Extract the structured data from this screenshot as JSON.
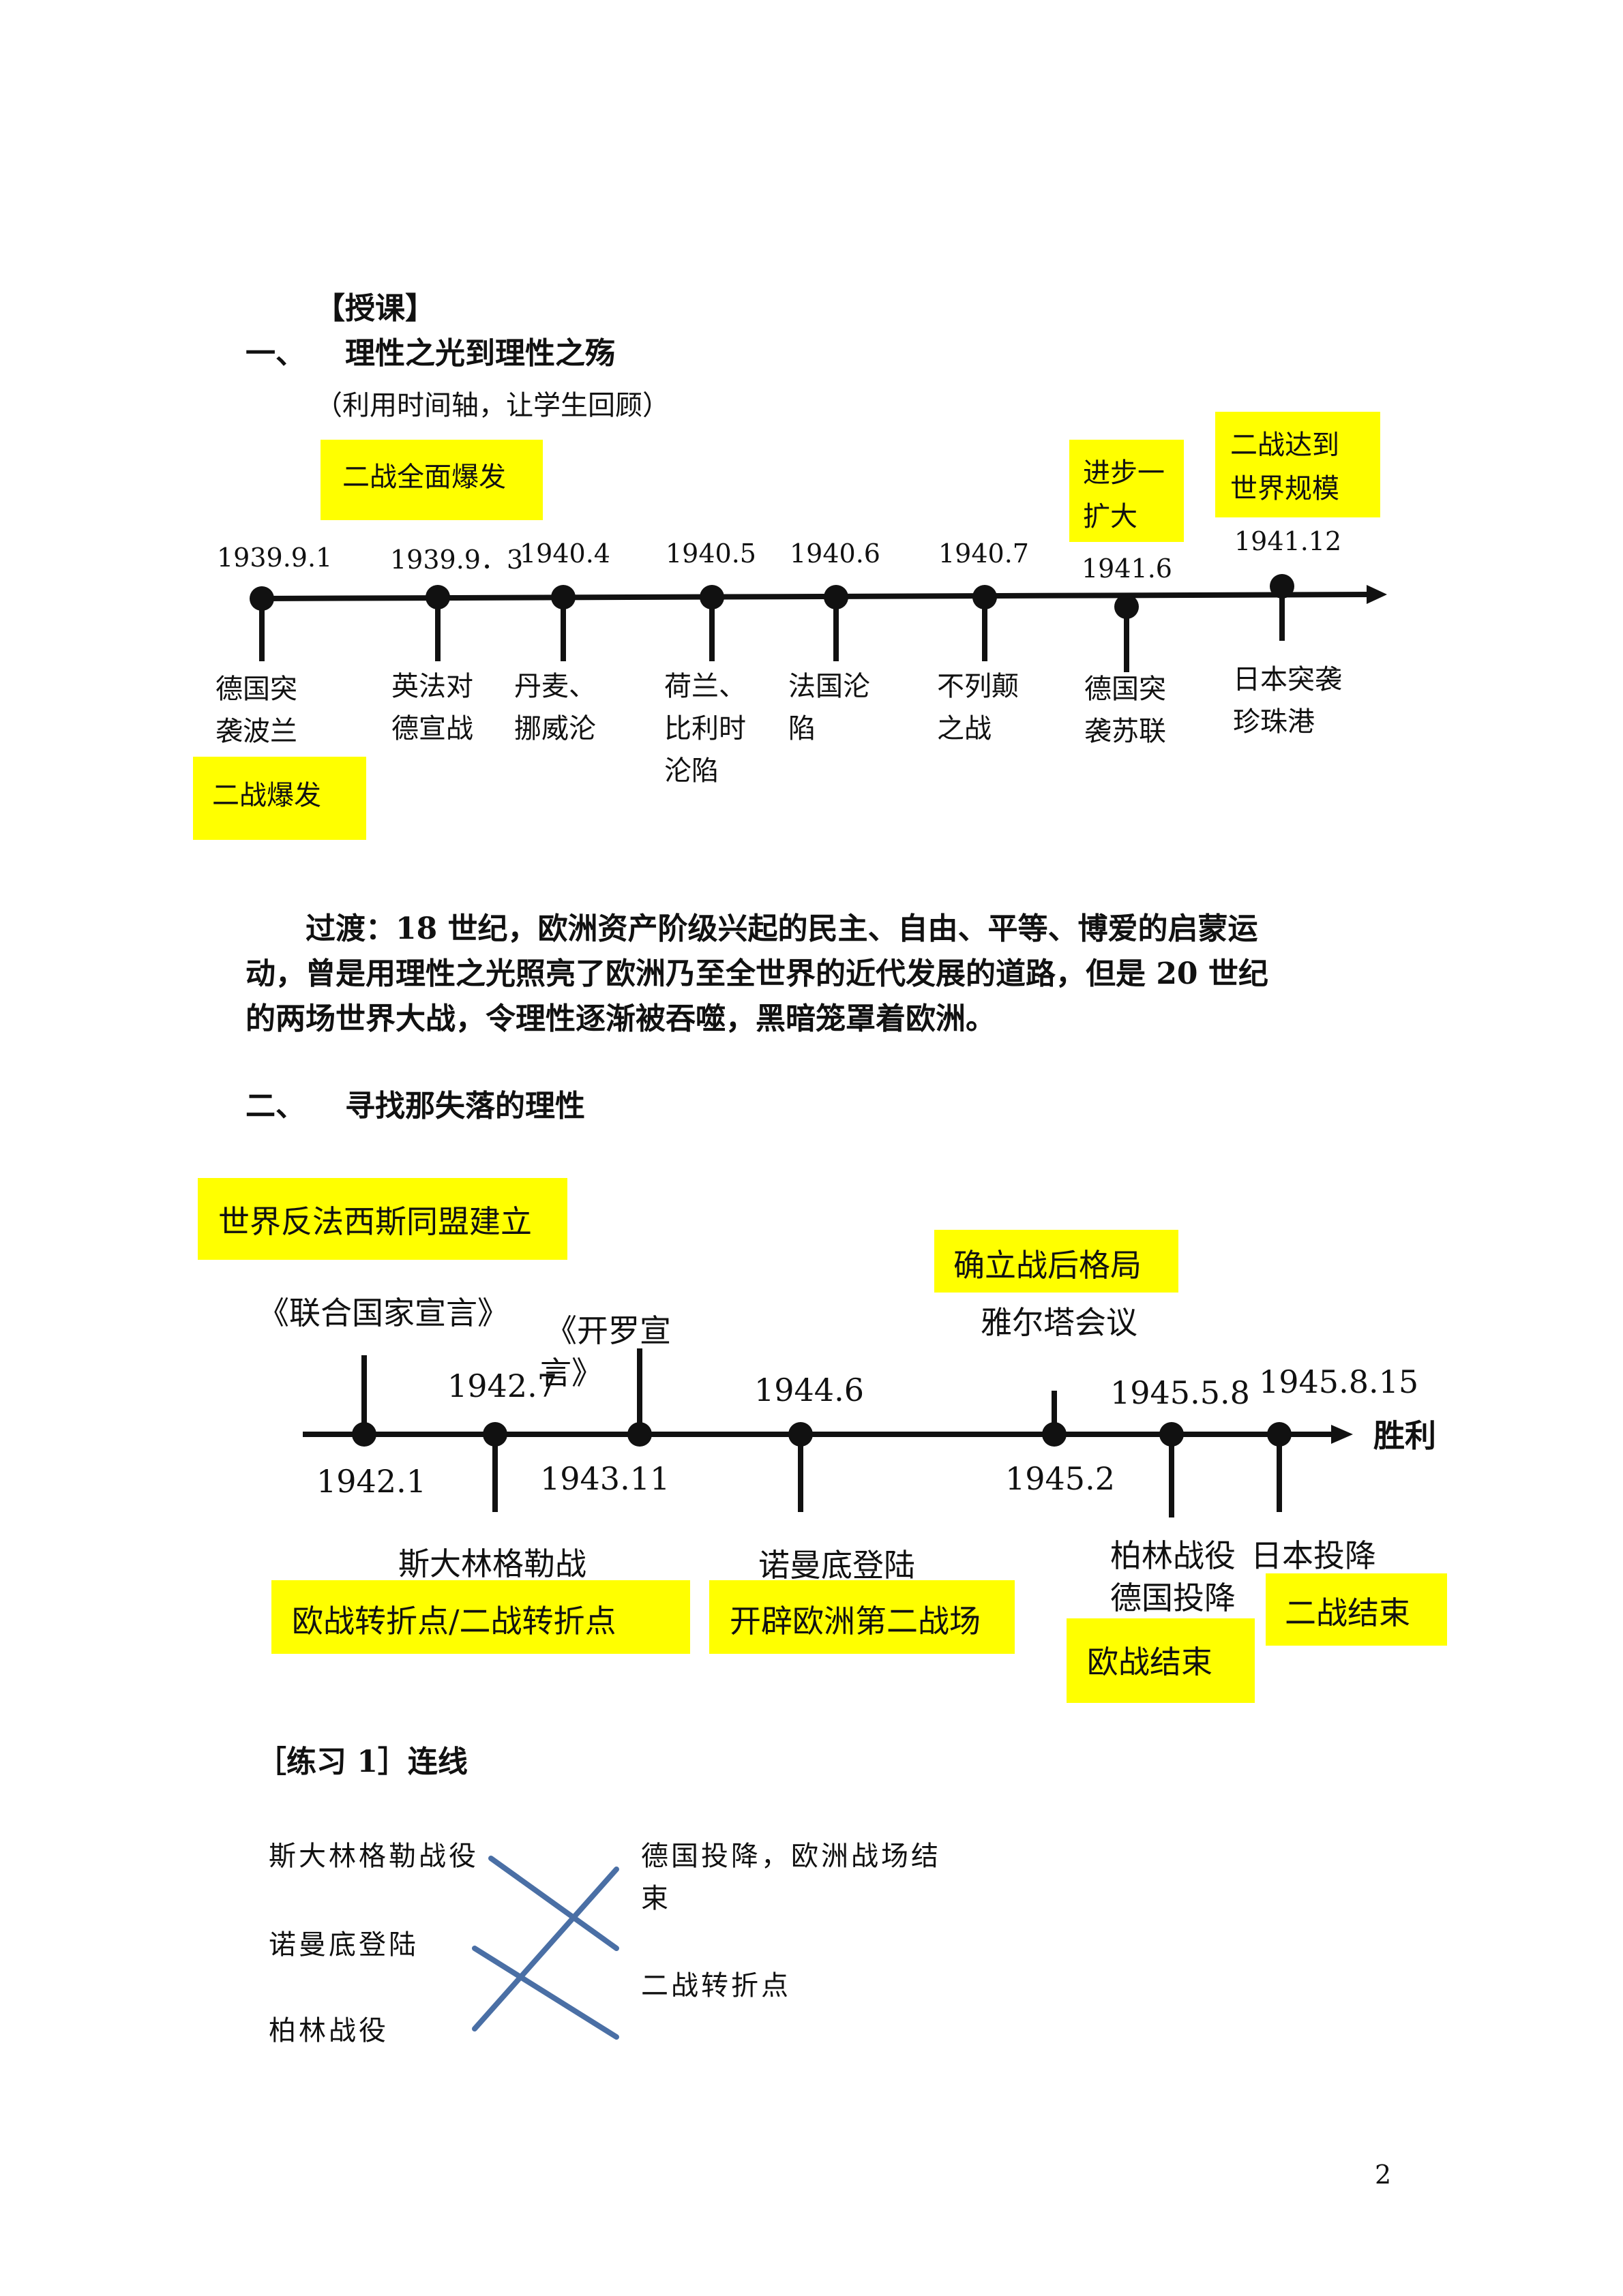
{
  "section_heading": "【授课】",
  "part1": {
    "num": "一、",
    "title": "理性之光到理性之殇",
    "note": "（利用时间轴，让学生回顾）",
    "boxes": {
      "full_outbreak": "二战全面爆发",
      "expand_l1": "进步一",
      "expand_l2": "扩大",
      "world_l1": "二战达到",
      "world_l2": "世界规模",
      "outbreak": "二战爆发"
    },
    "dates": {
      "d1": "1939.9.1",
      "d2": "1939.9．3",
      "d3": "1940.4",
      "d4": "1940.5",
      "d5": "1940.6",
      "d6": "1940.7",
      "d7": "1941.6",
      "d8": "1941.12"
    },
    "events": {
      "e1_l1": "德国突",
      "e1_l2": "袭波兰",
      "e2_l1": "英法对",
      "e2_l2": "德宣战",
      "e3_l1": "丹麦、",
      "e3_l2": "挪威沦",
      "e4_l1": "荷兰、",
      "e4_l2": "比利时",
      "e4_l3": "沦陷",
      "e5_l1": "法国沦",
      "e5_l2": "陷",
      "e6_l1": "不列颠",
      "e6_l2": "之战",
      "e7_l1": "德国突",
      "e7_l2": "袭苏联",
      "e8_l1": "日本突袭",
      "e8_l2": "珍珠港"
    }
  },
  "transition": {
    "line1": "过渡：18 世纪，欧洲资产阶级兴起的民主、自由、平等、博爱的启蒙运",
    "line2": "动，曾是用理性之光照亮了欧洲乃至全世界的近代发展的道路，但是 20 世纪",
    "line3": "的两场世界大战，令理性逐渐被吞噬，黑暗笼罩着欧洲。"
  },
  "part2": {
    "num": "二、",
    "title": "寻找那失落的理性",
    "boxes": {
      "alliance": "世界反法西斯同盟建立",
      "postwar": "确立战后格局",
      "turning": "欧战转折点/二战转折点",
      "second_front": "开辟欧洲第二战场",
      "euro_end": "欧战结束",
      "war_end": "二战结束"
    },
    "labels": {
      "un": "《联合国家宣言》",
      "cairo_l1": "《开罗宣",
      "cairo_l2": "言》",
      "yalta": "雅尔塔会议",
      "d_1942_7": "1942.7",
      "d_1944_6": "1944.6",
      "d_1945_5_8": "1945.5.8",
      "d_1945_8_15": "1945.8.15",
      "victory": "胜利",
      "d_1942_1": "1942.1",
      "d_1943_11": "1943.11",
      "d_1945_2": "1945.2",
      "stalingrad": "斯大林格勒战",
      "normandy": "诺曼底登陆",
      "berlin_l1": "柏林战役",
      "berlin_l2": "德国投降",
      "japan_surrender": "日本投降"
    }
  },
  "exercise": {
    "title": "［练习 1］连线",
    "left": [
      "斯大林格勒战役",
      "诺曼底登陆",
      "柏林战役"
    ],
    "right_l1": "德国投降，欧洲战场结",
    "right_l2": "束",
    "right_3": "二战转折点"
  },
  "page_number": "2",
  "colors": {
    "highlight": "#ffff00",
    "connector": "#4a6fa5",
    "ink": "#111111"
  }
}
